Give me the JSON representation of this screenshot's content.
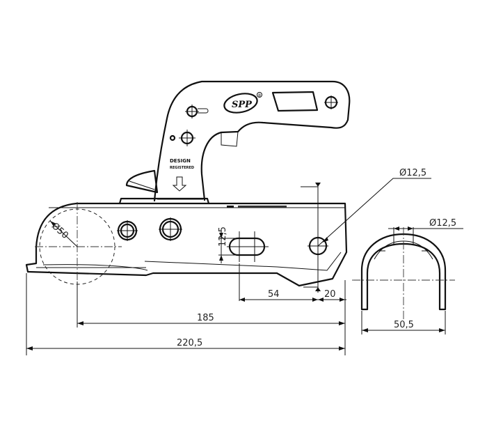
{
  "dimensions": {
    "overall_length": "220,5",
    "ball_center_to_hole": "185",
    "slot_to_hole": "54",
    "hole_to_end": "20",
    "slot_height": "12,5",
    "hole_diameter": "Ø12,5",
    "ball_diameter": "Ø50",
    "section_width": "50,5",
    "section_hole_diameter": "Ø12,5"
  },
  "markings": {
    "brand_logo": "SPP",
    "registered_symbol": "®",
    "design_label": "DESIGN",
    "registered_label": "REGISTERED"
  }
}
